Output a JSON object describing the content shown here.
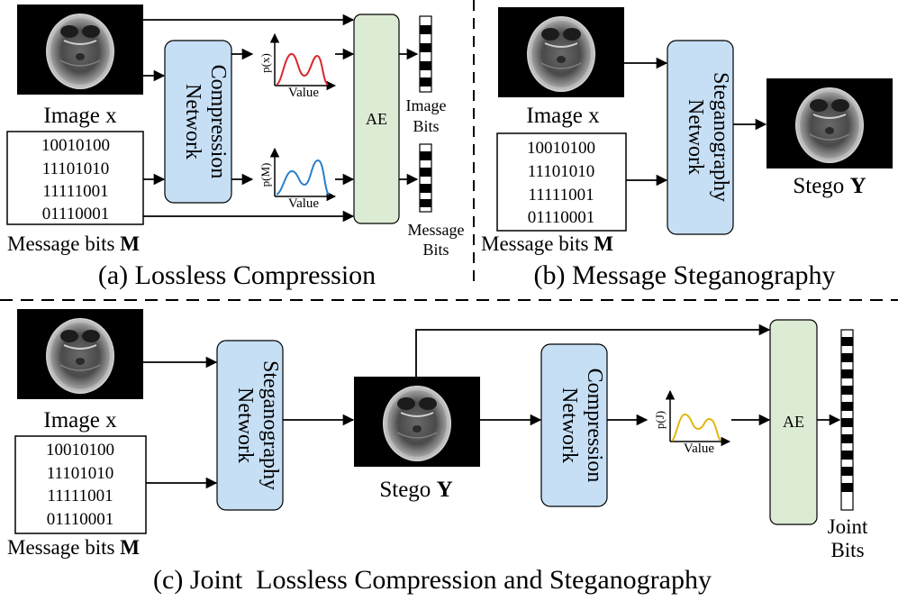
{
  "panel_a": {
    "image_label": "Image x",
    "message_bits": [
      "10010100",
      "11101010",
      "11111001",
      "01110001"
    ],
    "message_label_prefix": "Message bits ",
    "message_label_symbol": "M",
    "network_line1": "Compression",
    "network_line2": "Network",
    "pdf_x_label": "p(x)",
    "pdf_m_label": "p(M)",
    "value_label": "Value",
    "ae_label": "AE",
    "image_bits_line1": "Image",
    "image_bits_line2": "Bits",
    "message_bits_line1": "Message",
    "message_bits_line2": "Bits",
    "caption": "(a) Lossless Compression"
  },
  "panel_b": {
    "image_label": "Image x",
    "message_bits": [
      "10010100",
      "11101010",
      "11111001",
      "01110001"
    ],
    "message_label_prefix": "Message bits ",
    "message_label_symbol": "M",
    "network_line1": "Steganography",
    "network_line2": "Network",
    "stego_prefix": "Stego ",
    "stego_symbol": "Y",
    "caption": "(b) Message Steganography"
  },
  "panel_c": {
    "image_label": "Image x",
    "message_bits": [
      "10010100",
      "11101010",
      "11111001",
      "01110001"
    ],
    "message_label_prefix": "Message bits ",
    "message_label_symbol": "M",
    "stego_network_line1": "Steganography",
    "stego_network_line2": "Network",
    "stego_prefix": "Stego ",
    "stego_symbol": "Y",
    "compression_line1": "Compression",
    "compression_line2": "Network",
    "pdf_label": "p(J)",
    "value_label": "Value",
    "ae_label": "AE",
    "joint_line1": "Joint",
    "joint_line2": "Bits",
    "caption": "(c) Joint  Lossless Compression and Steganography"
  },
  "colors": {
    "network_fill": "#c6dff5",
    "ae_fill": "#dcebd3",
    "curve_x": "#d9262b",
    "curve_m": "#2a7fc9",
    "curve_j": "#e3b70f"
  }
}
